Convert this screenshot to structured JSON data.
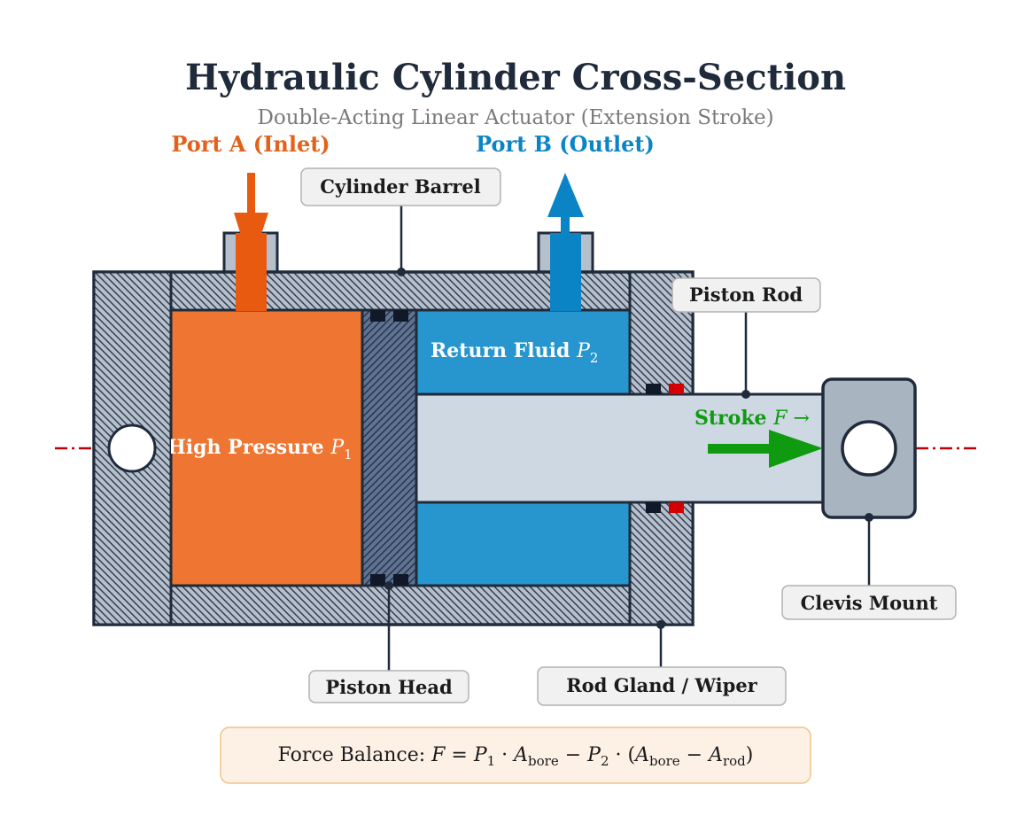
{
  "title": "Hydraulic Cylinder Cross-Section",
  "subtitle": "Double-Acting Linear Actuator (Extension Stroke)",
  "ports": {
    "a": "Port A (Inlet)",
    "b": "Port B (Outlet)"
  },
  "labels": {
    "barrel": "Cylinder Barrel",
    "rod": "Piston Rod",
    "clevis": "Clevis Mount",
    "piston_head": "Piston Head",
    "gland": "Rod Gland / Wiper"
  },
  "chambers": {
    "high_prefix": "High Pressure ",
    "high_var": "P",
    "high_sub": "1",
    "return_prefix": "Return Fluid ",
    "return_var": "P",
    "return_sub": "2"
  },
  "stroke": {
    "word": "Stroke ",
    "var": "F",
    "arrow": " →"
  },
  "formula": {
    "prefix": "Force Balance:  ",
    "F": "F",
    "eq": " = ",
    "P1": "P",
    "P1_sub": "1",
    "dot1": " · ",
    "A1": "A",
    "A1_sub": "bore",
    "minus1": " − ",
    "P2": "P",
    "P2_sub": "2",
    "dot2": " · (",
    "A2": "A",
    "A2_sub": "bore",
    "minus2": " − ",
    "A3": "A",
    "A3_sub": "rod",
    "close": ")"
  },
  "colors": {
    "high_pressure": "#ee7532",
    "return_fluid": "#2796cf",
    "inlet_arrow": "#e85a10",
    "outlet_arrow": "#0b84c6",
    "stroke_arrow": "#0f9a0f",
    "steel": "#b6c0cc",
    "piston": "#5f7391",
    "rod": "#cdd8e3",
    "outline": "#1f2a3b",
    "seal_red": "#d40000",
    "formula_fill": "#fdf1e6",
    "formula_border": "#f0c487"
  }
}
